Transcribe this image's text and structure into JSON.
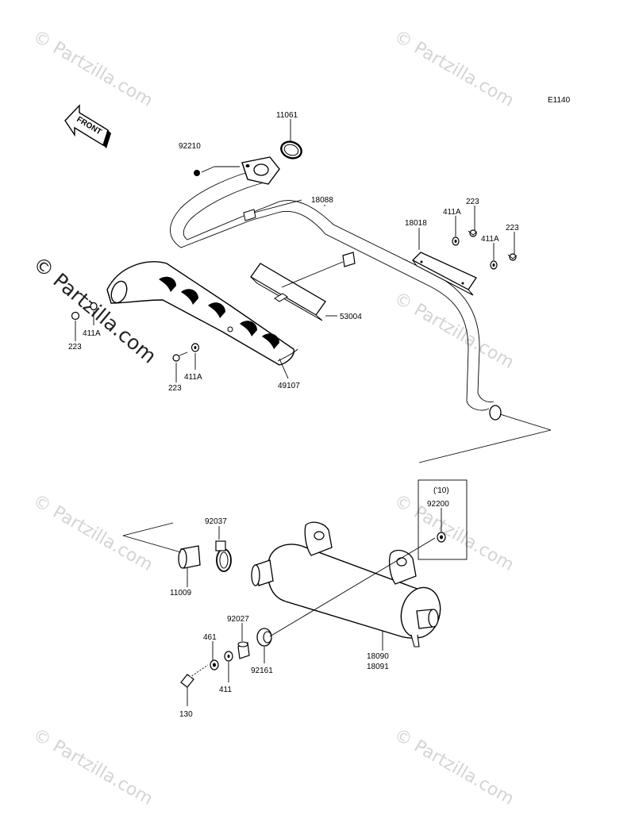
{
  "diagram_code": "E1140",
  "front_label": "FRONT",
  "year_note": "('10)",
  "watermark": "© Partzilla.com",
  "watermark_main": "© Partzilla.com",
  "parts": {
    "p11061": "11061",
    "p92210": "92210",
    "p18088": "18088",
    "p18018": "18018",
    "p223_a": "223",
    "p411A_a": "411A",
    "p223_b": "223",
    "p411A_b": "411A",
    "p411A_c": "411A",
    "p223_c": "223",
    "p53004": "53004",
    "p411A_d": "411A",
    "p223_d": "223",
    "p49107": "49107",
    "p92200": "92200",
    "p92037": "92037",
    "p11009": "11009",
    "p92027": "92027",
    "p461": "461",
    "p411": "411",
    "p92161": "92161",
    "p18090": "18090",
    "p18091": "18091",
    "p130": "130"
  }
}
